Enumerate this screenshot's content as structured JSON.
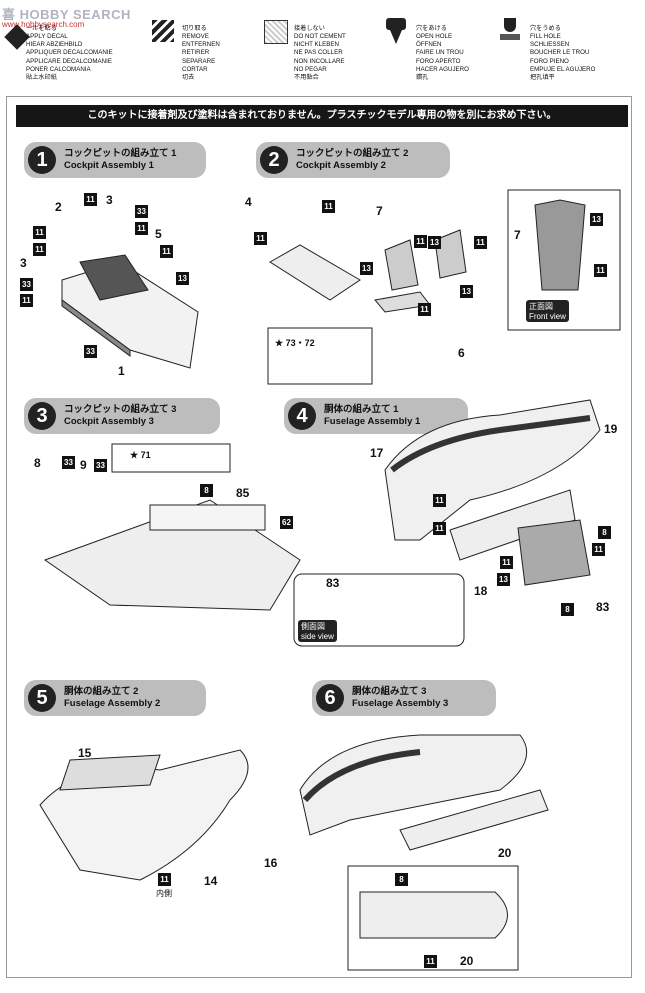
{
  "watermark": {
    "name": "HOBBY SEARCH",
    "url": "www.hobbysearch.com",
    "prefix": "喜"
  },
  "legend": {
    "decal": [
      "ールを貼る",
      "APPLY DECAL",
      "HIEAR ABZIEHBILD",
      "APPLIQUER DECALCOMANIE",
      "APPLICARE DECALCOMANIE",
      "PONER CALCOMANIA",
      "貼上水印紙"
    ],
    "remove": [
      "切り取る",
      "REMOVE",
      "ENTFERNEN",
      "RETIRER",
      "SEPARARE",
      "CORTAR",
      "切去"
    ],
    "no_cement": [
      "接着しない",
      "DO NOT CEMENT",
      "NICHT KLEBEN",
      "NE PAS COLLER",
      "NON INCOLLARE",
      "NO PEGAR",
      "不用黏合"
    ],
    "open_hole": [
      "穴をあける",
      "OPEN HOLE",
      "ÖFFNEN",
      "FAIRE UN TROU",
      "FORO APERTO",
      "HACER AGUJERO",
      "鑽孔"
    ],
    "fill_hole": [
      "穴をうめる",
      "FILL HOLE",
      "SCHLIESSEN",
      "BOUCHER LE TROU",
      "FORO PIENO",
      "EMPUJE EL AGUJERO",
      "把孔填平"
    ]
  },
  "banner": "このキットに接着剤及び塗料は含まれておりません。プラスチックモデル専用の物を別にお求め下さい。",
  "steps": [
    {
      "num": "1",
      "jp": "コックピットの組み立て 1",
      "en": "Cockpit Assembly 1"
    },
    {
      "num": "2",
      "jp": "コックピットの組み立て 2",
      "en": "Cockpit Assembly 2"
    },
    {
      "num": "3",
      "jp": "コックピットの組み立て 3",
      "en": "Cockpit Assembly 3"
    },
    {
      "num": "4",
      "jp": "胴体の組み立て 1",
      "en": "Fuselage Assembly 1"
    },
    {
      "num": "5",
      "jp": "胴体の組み立て 2",
      "en": "Fuselage Assembly 2"
    },
    {
      "num": "6",
      "jp": "胴体の組み立て 3",
      "en": "Fuselage Assembly 3"
    }
  ],
  "labels": {
    "s1": [
      "2",
      "11",
      "11",
      "3",
      "33",
      "11",
      "5",
      "11",
      "11",
      "13",
      "3",
      "33",
      "11",
      "33",
      "1"
    ],
    "s2": [
      "4",
      "11",
      "11",
      "7",
      "13",
      "11",
      "13",
      "11",
      "13",
      "11",
      "6",
      "73・72"
    ],
    "s2_inset": {
      "num": "7",
      "p13": "13",
      "p11": "11",
      "jp": "正面図",
      "en": "Front view"
    },
    "s3": [
      "8",
      "33",
      "9",
      "33",
      "71",
      "8",
      "85",
      "62"
    ],
    "s4": [
      "17",
      "19",
      "11",
      "11",
      "8",
      "11",
      "11",
      "13",
      "8",
      "83",
      "18"
    ],
    "s4_inset": {
      "num": "83",
      "jp": "側面図",
      "en": "side view"
    },
    "s5": [
      "15",
      "16",
      "14",
      "11",
      "内側"
    ],
    "s6": [
      "20",
      "8",
      "11",
      "20"
    ]
  }
}
